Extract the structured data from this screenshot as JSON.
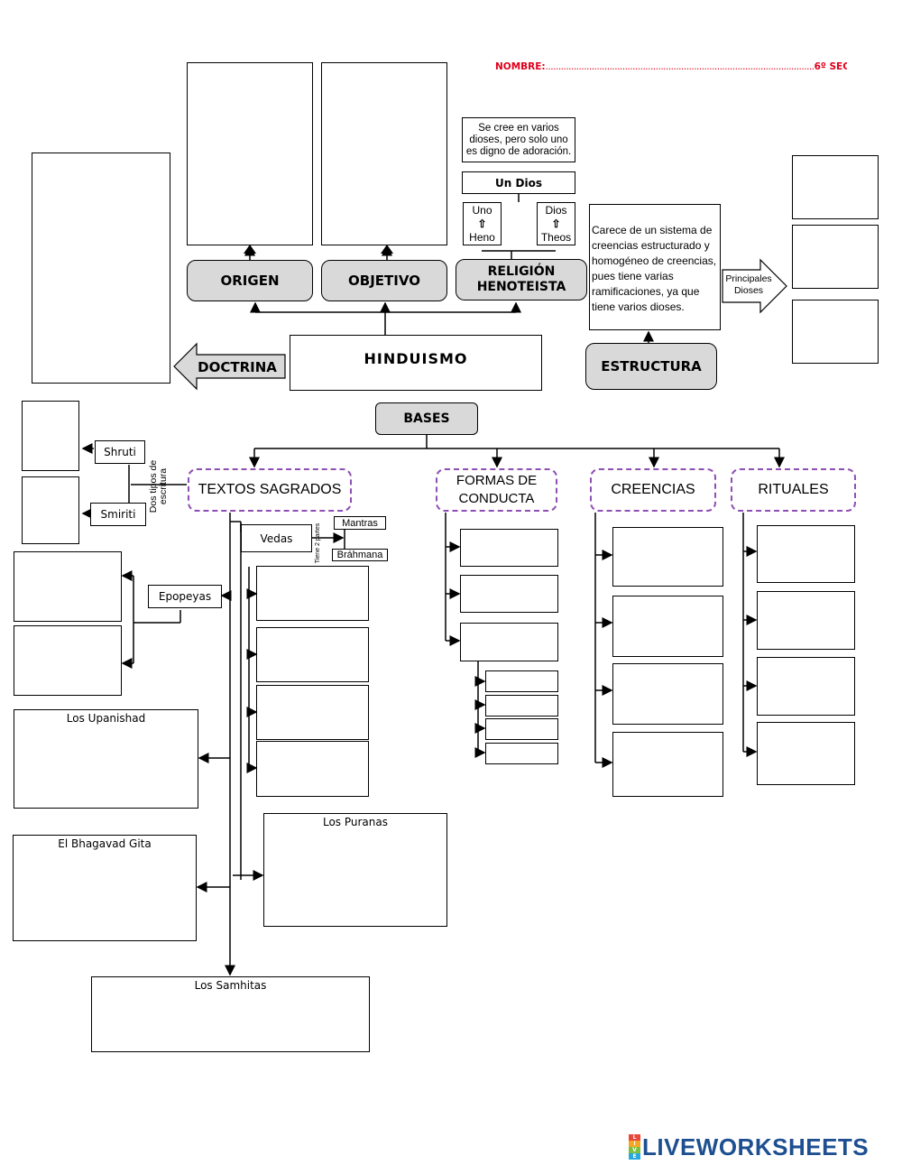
{
  "header": {
    "name_label": "NOMBRE:",
    "name_dots": ".........................................................................................................",
    "grade": "6º SEC"
  },
  "center": {
    "title": "HINDUISMO",
    "bases": "BASES"
  },
  "top_nodes": {
    "origen": "ORIGEN",
    "objetivo": "OBJETIVO",
    "religion": "RELIGIÓN\nHENOTEISTA",
    "doctrina": "DOCTRINA",
    "estructura": "ESTRUCTURA"
  },
  "henoteista": {
    "definition": "Se cree en varios dioses, pero solo uno es digno de adoración.",
    "un_dios": "Un Dios",
    "left": {
      "top": "Uno",
      "arrow": "⇧",
      "bottom": "Heno"
    },
    "right": {
      "top": "Dios",
      "arrow": "⇧",
      "bottom": "Theos"
    }
  },
  "estructura_text": "Carece de un sistema de creencias estructurado y homogéneo de creencias, pues tiene varias ramificaciones, ya que tiene varios dioses.",
  "principales_dioses": "Principales Dioses",
  "bases_nodes": {
    "textos": "TEXTOS SAGRADOS",
    "formas": "FORMAS DE CONDUCTA",
    "creencias": "CREENCIAS",
    "rituales": "RITUALES"
  },
  "textos": {
    "dos_tipos": "Dos tipos de escritura",
    "shruti": "Shruti",
    "smiriti": "Smiriti",
    "vedas": "Vedas",
    "tiene_2_partes": "Tiene 2 partes",
    "mantras": "Mantras",
    "brahmana": "Bráhmana",
    "epopeyas": "Epopeyas",
    "upanishad": "Los Upanishad",
    "bhagavad": "El Bhagavad Gita",
    "puranas": "Los Puranas",
    "samhitas": "Los Samhitas"
  },
  "footer": {
    "logo_text": "LIVEWORKSHEETS",
    "logo_letters": [
      "L",
      "I",
      "V",
      "E"
    ]
  },
  "colors": {
    "accent_red": "#e0001b",
    "dash_purple": "#8e4fb3",
    "gray_fill": "#d9d9d9",
    "logo_blue": "#1d4f91"
  }
}
